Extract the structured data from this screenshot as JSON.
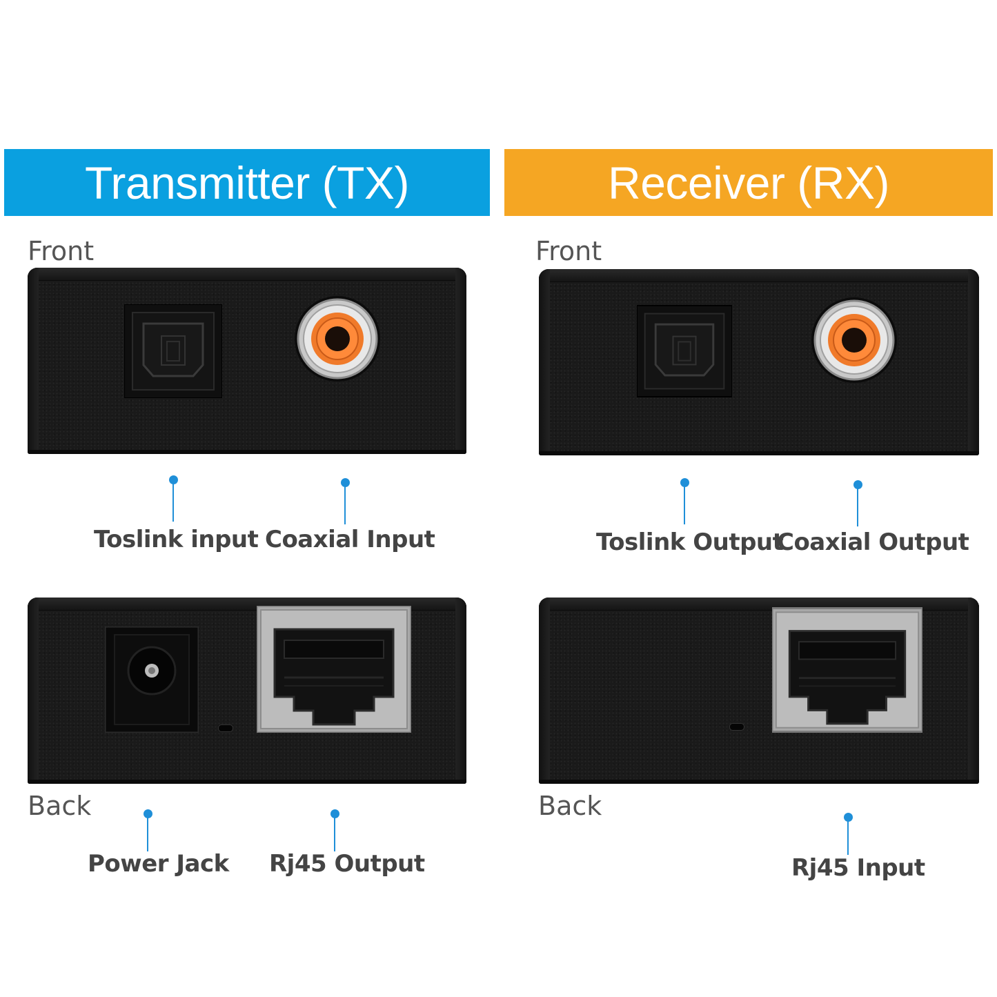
{
  "colors": {
    "tx": "#0aa0e0",
    "rx": "#f5a623",
    "callout": "#1f8fd8"
  },
  "tx": {
    "title": "Transmitter (TX)",
    "front_label": "Front",
    "back_label": "Back",
    "front_ports": [
      "Toslink input",
      "Coaxial Input"
    ],
    "back_ports": [
      "Power Jack",
      "Rj45 Output"
    ]
  },
  "rx": {
    "title": "Receiver (RX)",
    "front_label": "Front",
    "back_label": "Back",
    "front_ports": [
      "Toslink Output",
      "Coaxial Output"
    ],
    "back_ports": [
      "Rj45 Input"
    ]
  }
}
